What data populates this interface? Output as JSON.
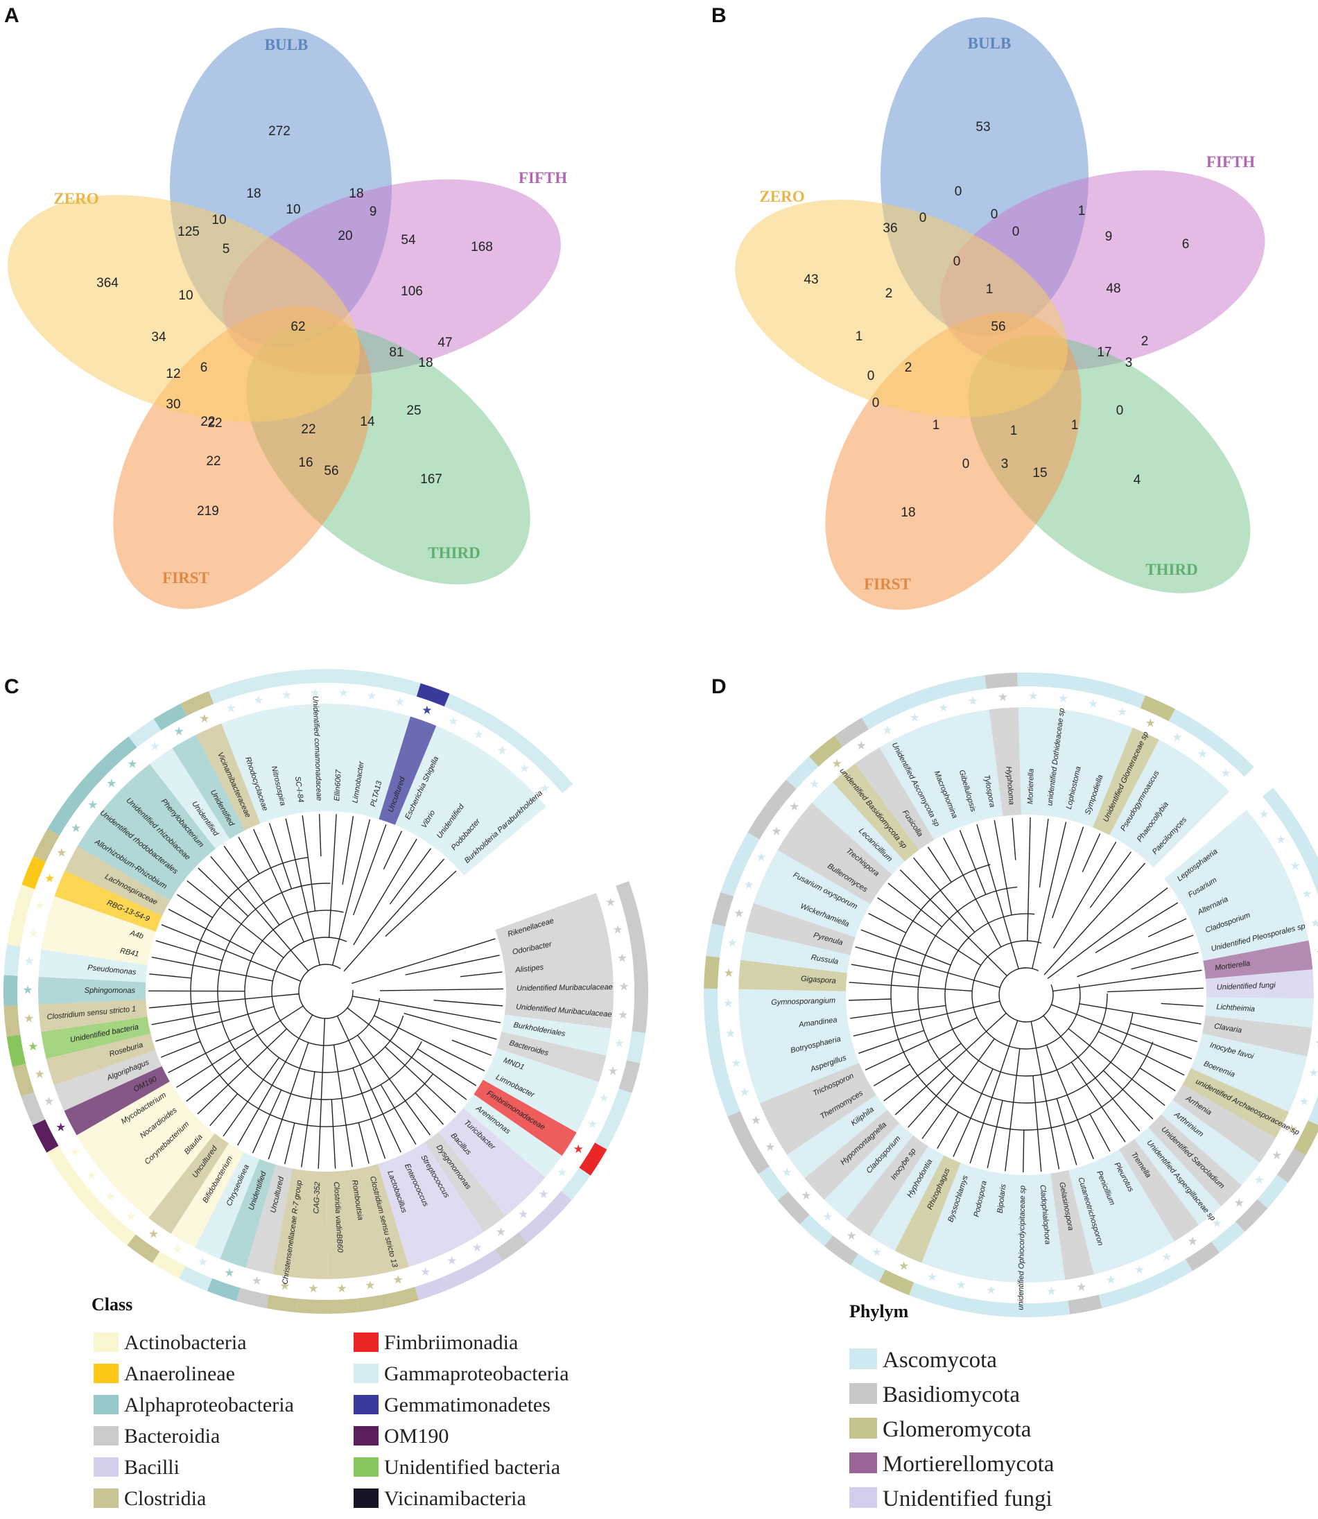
{
  "panels": {
    "a": "A",
    "b": "B",
    "c": "C",
    "d": "D"
  },
  "venn_a": {
    "labels": {
      "bulb": "BULB",
      "fifth": "FIFTH",
      "third": "THIRD",
      "first": "FIRST",
      "zero": "ZERO"
    },
    "colors": {
      "bulb": "#6f98d4",
      "fifth": "#c778c9",
      "third": "#74c58c",
      "first": "#f59a54",
      "zero": "#f7cd6c"
    },
    "numbers": [
      "272",
      "168",
      "167",
      "219",
      "364",
      "18",
      "18",
      "10",
      "9",
      "54",
      "106",
      "47",
      "25",
      "56",
      "22",
      "16",
      "22",
      "30",
      "12",
      "34",
      "125",
      "10",
      "10",
      "5",
      "20",
      "81",
      "18",
      "14",
      "22",
      "22",
      "6",
      "62"
    ]
  },
  "venn_b": {
    "labels": {
      "bulb": "BULB",
      "fifth": "FIFTH",
      "third": "THIRD",
      "first": "FIRST",
      "zero": "ZERO"
    },
    "numbers": [
      "53",
      "6",
      "4",
      "18",
      "43",
      "0",
      "0",
      "0",
      "1",
      "9",
      "48",
      "2",
      "0",
      "15",
      "3",
      "0",
      "0",
      "0",
      "1",
      "36",
      "0",
      "1",
      "0",
      "2",
      "17",
      "3",
      "1",
      "1",
      "1",
      "2",
      "56"
    ]
  },
  "tree_c": {
    "legend_title": "Class",
    "legend": [
      {
        "label": "Actinobacteria",
        "color": "#fbf6d2"
      },
      {
        "label": "Anaerolineae",
        "color": "#fcc918"
      },
      {
        "label": "Alphaproteobacteria",
        "color": "#97c9c9"
      },
      {
        "label": "Bacteroidia",
        "color": "#cbcbcb"
      },
      {
        "label": "Bacilli",
        "color": "#d4d0ec"
      },
      {
        "label": "Clostridia",
        "color": "#c9c392"
      },
      {
        "label": "Fimbriimonadia",
        "color": "#ea2626"
      },
      {
        "label": "Gammaproteobacteria",
        "color": "#d3ecf2"
      },
      {
        "label": "Gemmatimonadetes",
        "color": "#3a3a9a"
      },
      {
        "label": "OM190",
        "color": "#5b1f5f"
      },
      {
        "label": "Unidentified bacteria",
        "color": "#87c65a"
      },
      {
        "label": "Vicinamibacteria",
        "color": "#151527"
      }
    ],
    "leaves": [
      "Rikenellaceae",
      "Odoribacter",
      "Alistipes",
      "Unidentified Muribaculaceae",
      "Unidentified Muribaculaceae",
      "Burkholderiales",
      "Bacteroides",
      "MND1",
      "Limnobacter",
      "Fimbriimonadaceae",
      "Arenimonas",
      "Turicibacter",
      "Bacillus",
      "Dysgonomonas",
      "Streptococcus",
      "Enterococcus",
      "Lactobacillus",
      "Clostridium sensu stricto 13",
      "Romboutsia",
      "Clostridia vadinBB60",
      "CAG-352",
      "Christensenellaceae R-7 group",
      "Uncultured",
      "Unidentified",
      "Chryseolinea",
      "Bifidobacterium",
      "Uncultured",
      "Blautia",
      "Corynebacterium",
      "Nocardioides",
      "Mycobacterium",
      "OM190",
      "Algoriphagus",
      "Roseburia",
      "Unidentified bacteria",
      "Clostridium sensu stricto 1",
      "Sphingomonas",
      "Pseudomonas",
      "RB41",
      "A4b",
      "RBG-13-54-9",
      "Lachnospiraceae",
      "Allorhizobium-Rhizobium",
      "Unidentified rhodobacterales",
      "Unidentified rhizobiaceae",
      "Phenylobacterium",
      "Unidentified",
      "Unidentified",
      "Vicinamibacteraceae",
      "Rhodocyclaceae",
      "Nitrosospira",
      "SC-I-84",
      "Unidentified comamonadaceae",
      "Ellin6067",
      "Limnobacter",
      "PLTA13",
      "Uncultured",
      "Escherichia Shigella",
      "Vibrio",
      "Unidentified",
      "Podobacter",
      "Burkholderia Paraburkholderia"
    ]
  },
  "tree_d": {
    "legend_title": "Phylym",
    "legend": [
      {
        "label": "Ascomycota",
        "color": "#cfe9f1"
      },
      {
        "label": "Basidiomycota",
        "color": "#c8c8c8"
      },
      {
        "label": "Glomeromycota",
        "color": "#c5c38e"
      },
      {
        "label": "Mortierellomycota",
        "color": "#9b6497"
      },
      {
        "label": "Unidentified fungi",
        "color": "#d2cfee"
      }
    ],
    "leaves": [
      "Leptosphaeria",
      "Fusarium",
      "Alternaria",
      "Cladosporium",
      "Unidentified Pleosporales sp",
      "Mortierella",
      "Unidentified fungi",
      "Lichtheimia",
      "Clavaria",
      "Inocybe favoi",
      "Boeremia",
      "unidentified Archaeosporaceae sp",
      "Arrhenia",
      "Arthrinium",
      "Unidentified Sarocladium",
      "Unidentified Aspergillaceae sp",
      "Tremella",
      "Pleurotus",
      "Penicillium",
      "Cutaneotrichosporon",
      "Gelasinospora",
      "Cladophialophora",
      "unidentified Ophiocordycipitaceae sp",
      "Bipolaris",
      "Podospora",
      "Byssochlamys",
      "Rhizophagus",
      "Hyphodontia",
      "Inocybe sp",
      "Cladosporium",
      "Hypomontagnella",
      "Kiliphila",
      "Thermomyces",
      "Trichosporon",
      "Aspergillus",
      "Botryosphaeria",
      "Amandinea",
      "Gymnosporangium",
      "Gigaspora",
      "Russula",
      "Pyrenula",
      "Wickerhamiella",
      "Fusarium oxysporum",
      "Bulleromyces",
      "Trechispora",
      "Lecanicillium",
      "unidentified Basidiomycota sp",
      "Fusicolla",
      "Unidentified Ascomycota sp",
      "Macrophomina",
      "Gibellulopsis",
      "Tylospora",
      "Hypholoma",
      "Mortierella",
      "unidentified Dothideaceae sp",
      "Lophiostoma",
      "Sympodiella",
      "Unidentified Glomeraceae sp",
      "Pseudogymnoascus",
      "Phaeocollybia",
      "Paecilomyces"
    ]
  }
}
